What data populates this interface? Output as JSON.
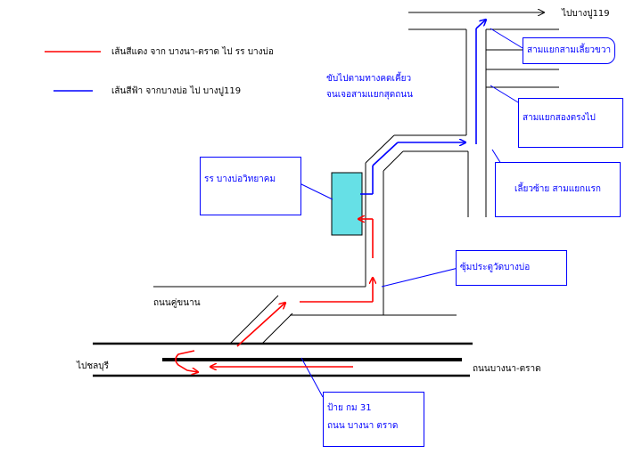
{
  "legend": {
    "red_label": "เส้นสีแดง จาก บางนา-ตราด ไป รร บางบ่อ",
    "blue_label": "เส้นสีฟ้า จากบางบ่อ ไป บางปู119",
    "red_color": "#ff0000",
    "blue_color": "#0000ff"
  },
  "roads": {
    "bangpu": "ไปบางปู119",
    "khu_khanan": "ถนนคู่ขนาน",
    "chonburi": "ไปชลบุรี",
    "bangna_trat": "ถนนบางนา-ตราด"
  },
  "callouts": {
    "follow_curve": [
      "ขับไปตามทางคดเคี้ยว",
      "จนเจอสามแยกสุดถนน"
    ],
    "junction_right": "สามแยกสามเลี้ยวขวา",
    "junction_straight": "สามแยกสองตรงไป",
    "school": "รร บางบ่อวิทยาคม",
    "left_turn": "เลี้ยวซ้าย สามแยกแรก",
    "gate": "ซุ้มประตูวัดบางบ่อ",
    "km_marker": [
      "ป้าย กม 31",
      "ถนน บางนา ตราด"
    ]
  },
  "colors": {
    "school_fill": "#66e0e6",
    "road_line": "#000000"
  }
}
